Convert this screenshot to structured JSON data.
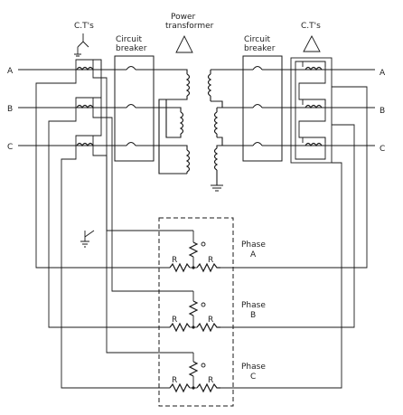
{
  "labels": {
    "ct_left": "C.T's",
    "ct_right": "C.T's",
    "cb_left": [
      "Circuit",
      "breaker"
    ],
    "cb_right": [
      "Circuit",
      "breaker"
    ],
    "power_transformer": [
      "Power",
      "transformer"
    ],
    "line_a": "A",
    "line_b": "B",
    "line_c": "C",
    "line_a_right": "A",
    "line_b_right": "B",
    "line_c_right": "C",
    "phase_a": [
      "Phase",
      "A"
    ],
    "phase_b": [
      "Phase",
      "B"
    ],
    "phase_c": [
      "Phase",
      "C"
    ],
    "resistor": "R",
    "relay_contact": "o"
  }
}
